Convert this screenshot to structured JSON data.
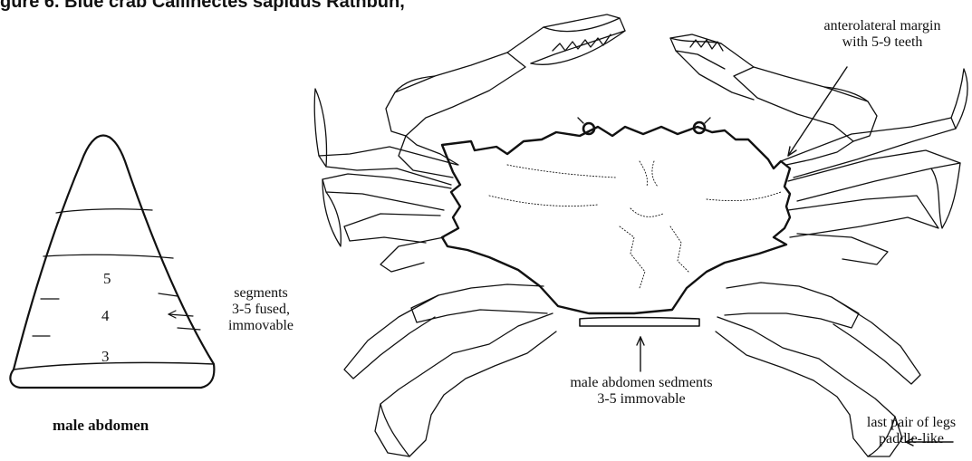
{
  "header_text": "gure 6. Blue crab Callinectes sapidus Rathbun,",
  "abdomen": {
    "segment_numbers": [
      "5",
      "4",
      "3"
    ],
    "segment_label": [
      "segments",
      "3-5 fused,",
      "immovable"
    ],
    "caption": "male abdomen"
  },
  "crab": {
    "labels": {
      "anterolateral": [
        "anterolateral margin",
        "with 5-9 teeth"
      ],
      "abdomen_segments": [
        "male abdomen sedments",
        "3-5 immovable"
      ],
      "last_legs": [
        "last pair of legs",
        "paddle-like"
      ]
    }
  }
}
